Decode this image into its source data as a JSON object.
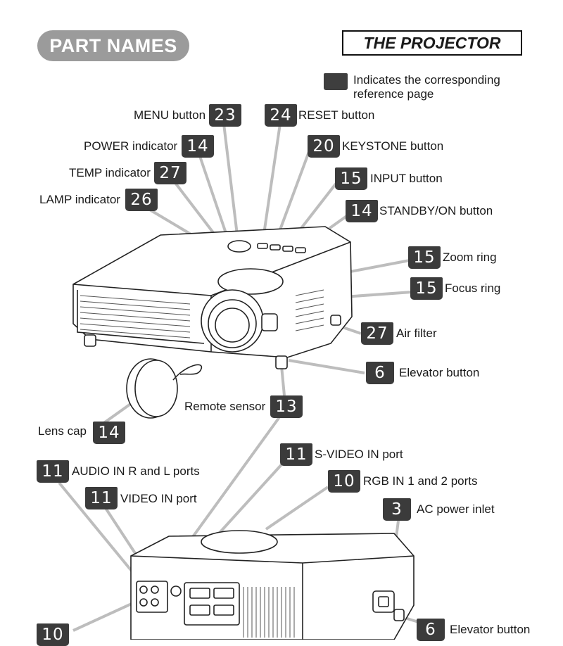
{
  "header": {
    "title": "PART NAMES",
    "section": "THE PROJECTOR"
  },
  "legend": {
    "icon": "book-icon",
    "text": "Indicates the corresponding reference page"
  },
  "labels": {
    "menu": {
      "text": "MENU button",
      "page": "23"
    },
    "reset": {
      "text": "RESET button",
      "page": "24"
    },
    "power": {
      "text": "POWER indicator",
      "page": "14"
    },
    "keystone": {
      "text": "KEYSTONE button",
      "page": "20"
    },
    "temp": {
      "text": "TEMP indicator",
      "page": "27"
    },
    "input": {
      "text": "INPUT button",
      "page": "15"
    },
    "lamp": {
      "text": "LAMP indicator",
      "page": "26"
    },
    "standby": {
      "text": "STANDBY/ON button",
      "page": "14"
    },
    "zoom": {
      "text": "Zoom ring",
      "page": "15"
    },
    "focus": {
      "text": "Focus ring",
      "page": "15"
    },
    "airfilter": {
      "text": "Air filter",
      "page": "27"
    },
    "elevator": {
      "text": "Elevator button",
      "page": "6"
    },
    "remote": {
      "text": "Remote sensor",
      "page": "13"
    },
    "lenscap": {
      "text": "Lens cap",
      "page": "14"
    },
    "svideo": {
      "text": "S-VIDEO IN port",
      "page": "11"
    },
    "audio": {
      "text": "AUDIO IN R and L ports",
      "page": "11"
    },
    "rgb": {
      "text": "RGB IN 1 and 2 ports",
      "page": "10"
    },
    "video": {
      "text": "VIDEO IN port",
      "page": "11"
    },
    "acpower": {
      "text": "AC power inlet",
      "page": "3"
    },
    "elevator2": {
      "text": "Elevator button",
      "page": "6"
    },
    "bottom_left": {
      "page": "10"
    }
  }
}
